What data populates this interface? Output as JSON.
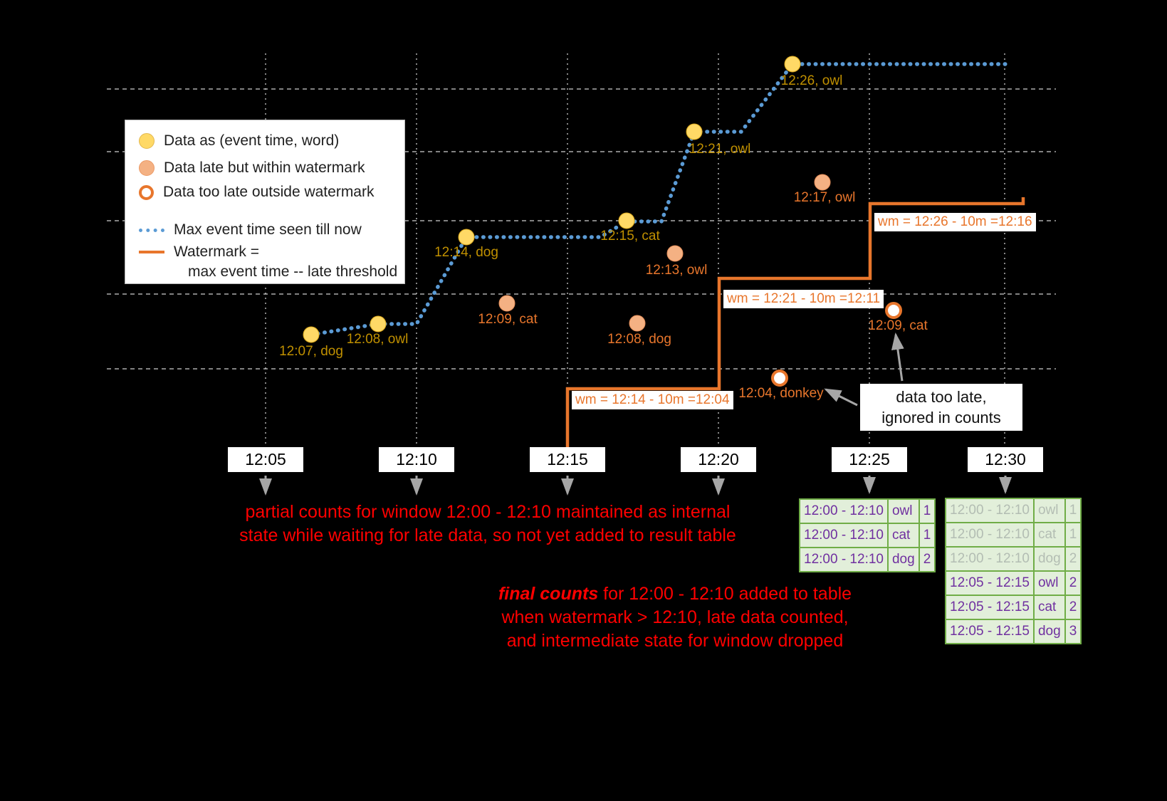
{
  "colors": {
    "background": "#000000",
    "on_time_point": "#ffd966",
    "on_time_label": "#c09000",
    "late_point": "#f4b183",
    "orange": "#e8762c",
    "max_event_line": "#5b9bd5",
    "grid": "#cfcfcf",
    "note_red": "#ff0000",
    "table_border": "#70ad47",
    "table_bg": "#e2efda",
    "table_text": "#7030a0",
    "table_faded_text": "#b3bdb3",
    "arrow_gray": "#a6a6a6"
  },
  "legend": {
    "on_time": "Data as (event time, word)",
    "late": "Data late but within watermark",
    "too_late": "Data too late outside watermark",
    "max_event": "Max event time seen till now",
    "watermark_line1": "Watermark =",
    "watermark_line2": "max event time -- late threshold"
  },
  "points": {
    "on_time": [
      {
        "label": "12:07, dog"
      },
      {
        "label": "12:08, owl"
      },
      {
        "label": "12:14, dog"
      },
      {
        "label": "12:15, cat"
      },
      {
        "label": "12:21, owl"
      },
      {
        "label": "12:26, owl"
      }
    ],
    "late": [
      {
        "label": "12:09, cat"
      },
      {
        "label": "12:08, dog"
      },
      {
        "label": "12:13, owl"
      },
      {
        "label": "12:17, owl"
      }
    ],
    "too_late": [
      {
        "label": "12:04, donkey"
      },
      {
        "label": "12:09, cat"
      }
    ]
  },
  "watermark_labels": [
    "wm = 12:14 - 10m =12:04",
    "wm = 12:21 - 10m =12:11",
    "wm = 12:26 - 10m =12:16"
  ],
  "axis_ticks": [
    "12:05",
    "12:10",
    "12:15",
    "12:20",
    "12:25",
    "12:30"
  ],
  "notes": {
    "partial_line1": "partial counts for window 12:00 - 12:10 maintained as internal",
    "partial_line2": "state while waiting for late data, so not yet added  to result table",
    "final_emphasis": "final counts",
    "final_line1_rest": " for 12:00 - 12:10 added to table",
    "final_line2": "when watermark > 12:10, late data counted,",
    "final_line3": "and intermediate state for window dropped",
    "too_late_line1": "data too late,",
    "too_late_line2": "ignored in counts"
  },
  "result_tables": {
    "at_1225": {
      "rows": [
        {
          "window": "12:00 - 12:10",
          "word": "owl",
          "count": "1"
        },
        {
          "window": "12:00 - 12:10",
          "word": "cat",
          "count": "1"
        },
        {
          "window": "12:00 - 12:10",
          "word": "dog",
          "count": "2"
        }
      ]
    },
    "at_1230": {
      "faded_rows": [
        {
          "window": "12:00 - 12:10",
          "word": "owl",
          "count": "1"
        },
        {
          "window": "12:00 - 12:10",
          "word": "cat",
          "count": "1"
        },
        {
          "window": "12:00 - 12:10",
          "word": "dog",
          "count": "2"
        }
      ],
      "rows": [
        {
          "window": "12:05 - 12:15",
          "word": "owl",
          "count": "2"
        },
        {
          "window": "12:05 - 12:15",
          "word": "cat",
          "count": "2"
        },
        {
          "window": "12:05 - 12:15",
          "word": "dog",
          "count": "3"
        }
      ]
    }
  }
}
